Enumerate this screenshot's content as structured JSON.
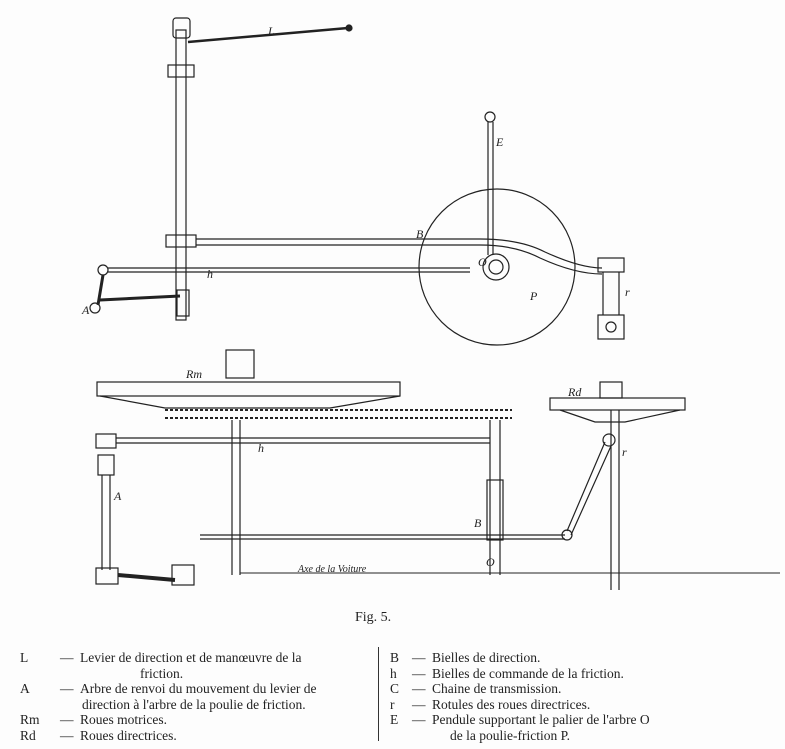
{
  "figure": {
    "caption": "Fig. 5.",
    "labels": {
      "L": "L",
      "E": "E",
      "B_top": "B",
      "h_top": "h",
      "A_top": "A",
      "O": "O",
      "P": "P",
      "r_top": "r",
      "Rm": "Rm",
      "Rd": "Rd",
      "h_bottom": "h",
      "A_bottom": "A",
      "B_bottom": "B",
      "O_bottom": "O",
      "r_bottom": "r",
      "axis": "Axe de la Voiture"
    }
  },
  "legend": {
    "left": [
      {
        "key": "L",
        "dash": "—",
        "text": "Levier de direction et de manœuvre de la",
        "cont": "friction."
      },
      {
        "key": "A",
        "dash": "—",
        "text": "Arbre de renvoi du mouvement du levier de",
        "cont": "direction à l'arbre de la poulie de friction."
      },
      {
        "key": "Rm",
        "dash": "—",
        "text": "Roues motrices."
      },
      {
        "key": "Rd",
        "dash": "—",
        "text": "Roues directrices."
      }
    ],
    "right": [
      {
        "key": "B",
        "dash": "—",
        "text": "Bielles de direction."
      },
      {
        "key": "h",
        "dash": "—",
        "text": "Bielles de commande de la friction."
      },
      {
        "key": "C",
        "dash": "—",
        "text": "Chaine de transmission."
      },
      {
        "key": "r",
        "dash": "—",
        "text": "Rotules des roues directrices."
      },
      {
        "key": "E",
        "dash": "—",
        "text": "Pendule supportant le palier de l'arbre O",
        "cont": "de la poulie-friction P."
      }
    ]
  }
}
